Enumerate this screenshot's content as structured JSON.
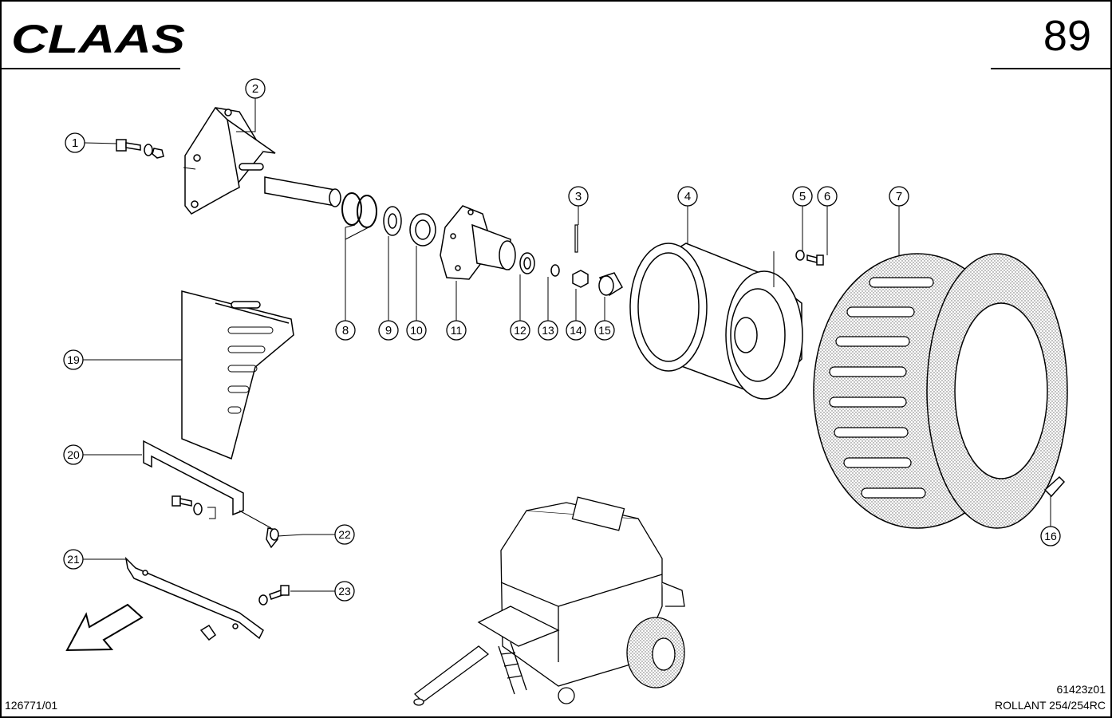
{
  "header": {
    "brand": "CLAAS",
    "page_number": "89"
  },
  "footer": {
    "doc_number": "126771/01",
    "drawing_code": "61423z01",
    "model": "ROLLANT 254/254RC"
  },
  "callouts": [
    "1",
    "2",
    "3",
    "4",
    "5",
    "6",
    "7",
    "8",
    "9",
    "10",
    "11",
    "12",
    "13",
    "14",
    "15",
    "16",
    "19",
    "20",
    "21",
    "22",
    "23"
  ],
  "icons": {
    "direction": "travel-direction-arrow-icon"
  }
}
